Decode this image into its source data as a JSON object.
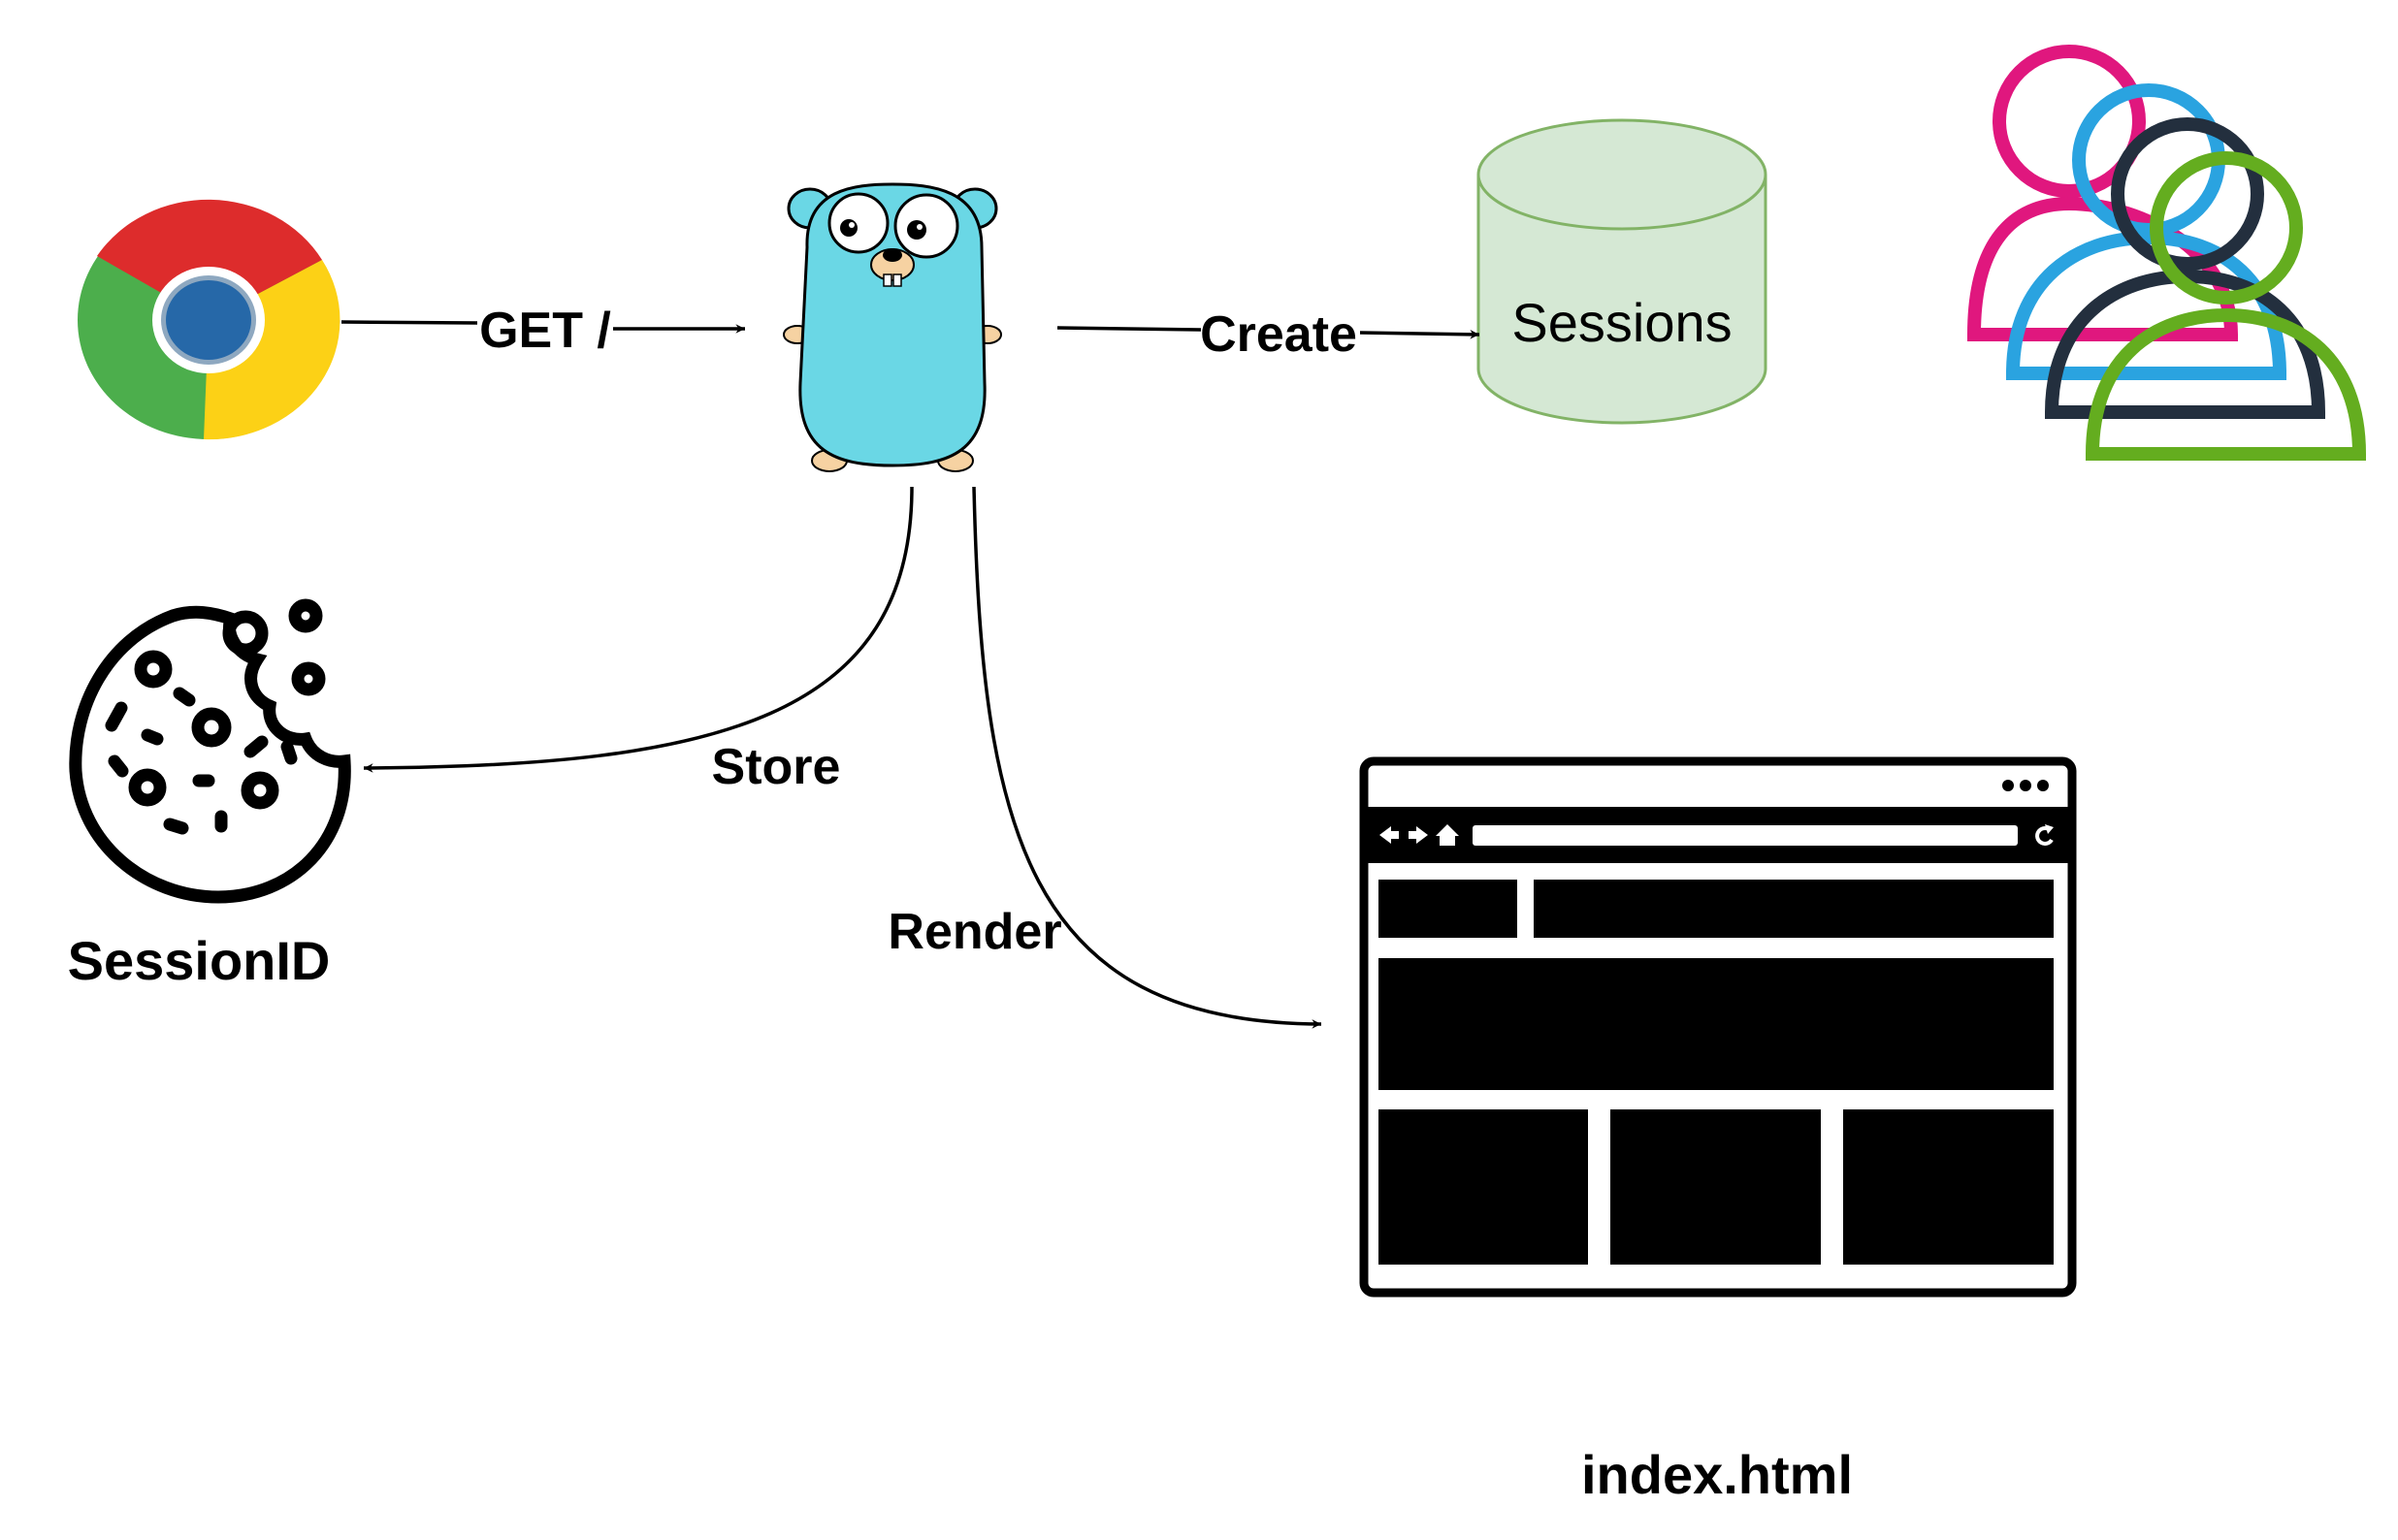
{
  "edges": {
    "get": {
      "label": "GET /"
    },
    "create": {
      "label": "Create"
    },
    "store": {
      "label": "Store"
    },
    "render": {
      "label": "Render"
    }
  },
  "nodes": {
    "browser": {
      "icon": "chrome-browser-icon"
    },
    "server": {
      "icon": "go-gopher-icon"
    },
    "sessions_db": {
      "label": "Sessions",
      "fill": "#d5e8d4",
      "stroke": "#82b366"
    },
    "users": {
      "icon": "users-group-icon",
      "colors": [
        "#e0177e",
        "#2aa3e0",
        "#232f3e",
        "#64ad1f"
      ]
    },
    "cookie": {
      "icon": "cookie-icon",
      "label": "SessionID"
    },
    "page": {
      "icon": "web-page-icon",
      "label": "index.html"
    }
  }
}
